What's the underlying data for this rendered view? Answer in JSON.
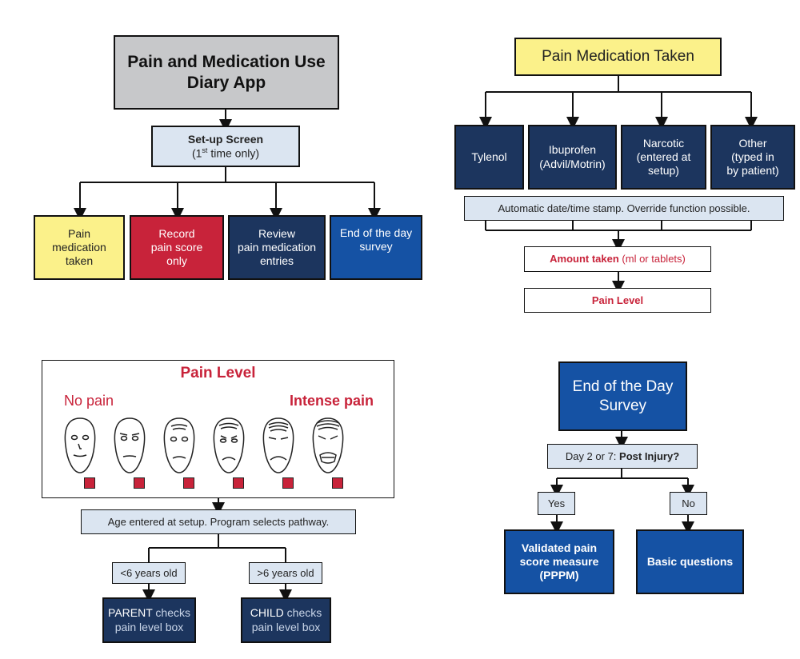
{
  "app": {
    "title_line1": "Pain and Medication Use",
    "title_line2": "Diary App",
    "setup_title": "Set-up Screen",
    "setup_sub_pre": "(1",
    "setup_sub_sup": "st",
    "setup_sub_post": " time only)",
    "options": [
      {
        "lines": [
          "Pain",
          "medication",
          "taken"
        ]
      },
      {
        "lines": [
          "Record",
          "pain score",
          "only"
        ]
      },
      {
        "lines": [
          "Review",
          "pain medication",
          "entries"
        ]
      },
      {
        "lines": [
          "End of the day",
          "survey"
        ]
      }
    ]
  },
  "medication": {
    "title": "Pain Medication Taken",
    "types": [
      {
        "lines": [
          "Tylenol"
        ]
      },
      {
        "lines": [
          "Ibuprofen",
          "(Advil/Motrin)"
        ]
      },
      {
        "lines": [
          "Narcotic",
          "(entered at",
          "setup)"
        ]
      },
      {
        "lines": [
          "Other",
          "(typed in",
          "by patient)"
        ]
      }
    ],
    "timestamp": "Automatic date/time stamp. Override function possible.",
    "amount_bold": "Amount taken",
    "amount_rest": " (ml or tablets)",
    "pain_level": "Pain Level"
  },
  "pain_scale": {
    "title": "Pain Level",
    "left_label": "No pain",
    "right_label": "Intense pain",
    "age_text": "Age entered at setup. Program selects pathway.",
    "under6": "<6 years old",
    "over6": ">6 years old",
    "parent_bold": "PARENT",
    "parent_rest": " checks",
    "parent_line2": "pain level box",
    "child_bold": "CHILD",
    "child_rest": " checks",
    "child_line2": "pain level box"
  },
  "survey": {
    "title_line1": "End of the Day",
    "title_line2": "Survey",
    "question_pre": "Day 2 or 7: ",
    "question_bold": "Post Injury?",
    "yes": "Yes",
    "no": "No",
    "yes_result": [
      "Validated pain",
      "score measure",
      "(PPPM)"
    ],
    "no_result": "Basic questions"
  },
  "colors": {
    "yellow": "#fbf18a",
    "red": "#c8233a",
    "navy": "#1c355e",
    "blue": "#1552a4",
    "lightblue": "#dbe5f1",
    "gray": "#c7c8ca"
  }
}
